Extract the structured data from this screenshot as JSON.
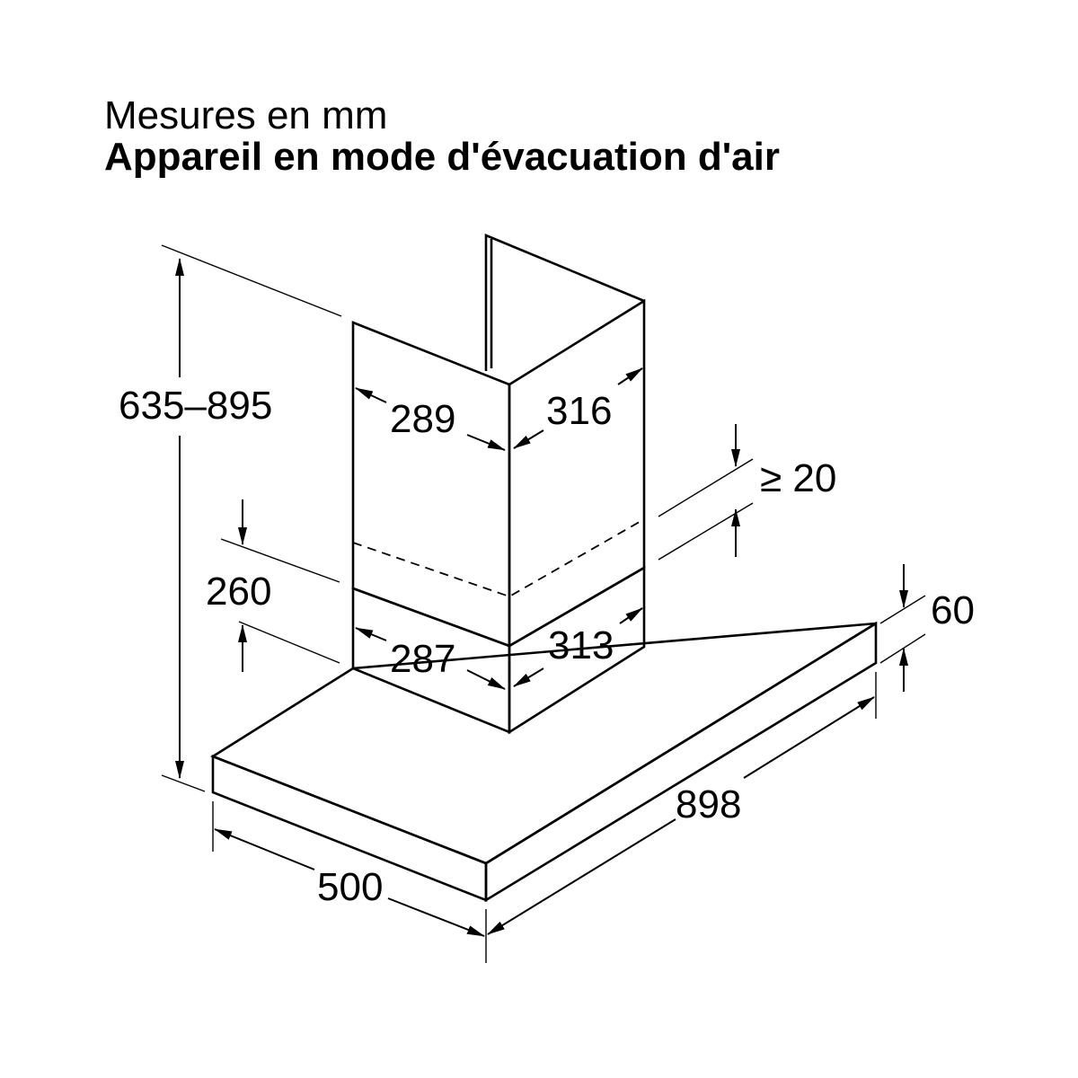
{
  "header": {
    "units_line": "Mesures en mm",
    "mode_line": "Appareil en mode d'évacuation d'air"
  },
  "dimensions": {
    "total_height": "635–895",
    "upper_chimney_left": "289",
    "upper_chimney_right": "316",
    "ceiling_clearance": "≥ 20",
    "lower_chimney_height": "260",
    "lower_chimney_left": "287",
    "lower_chimney_right": "313",
    "canopy_thickness": "60",
    "canopy_width": "898",
    "canopy_depth": "500"
  }
}
